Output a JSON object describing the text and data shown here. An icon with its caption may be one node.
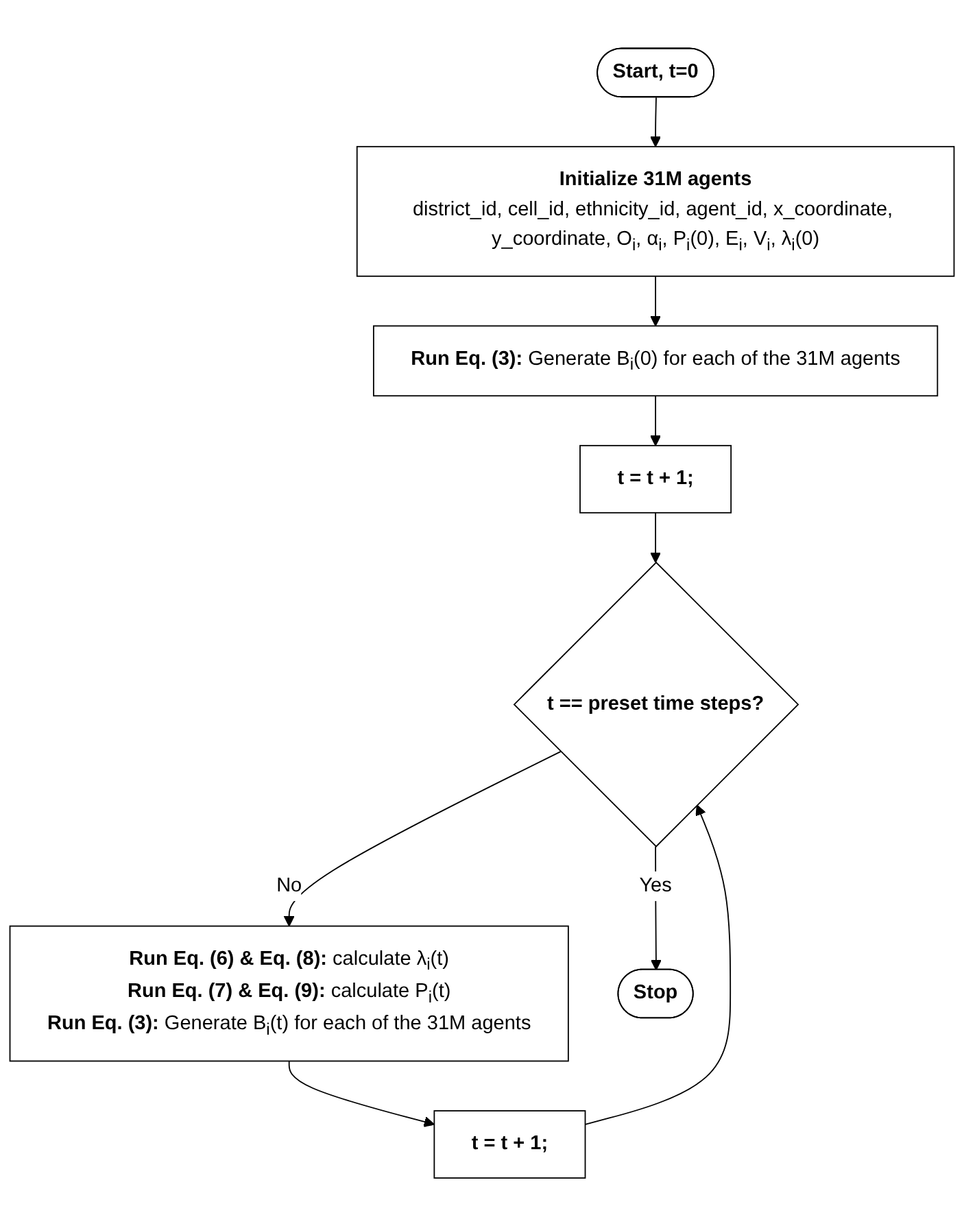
{
  "diagram": {
    "nodes": [
      {
        "text": [
          "Start, t=0"
        ]
      },
      {
        "text": [
          "Initialize 31M agents",
          "district_id, cell_id, ethnicity_id, agent_id, x_coordinate, y_coordinate, O$_{i}$, α$_{i}$, P$_{i}$(0), E$_{i}$, V$_{i}$, λ$_{i}$(0)"
        ]
      },
      {
        "text": [
          "**Run Eq. (3):** Generate B$_{i}$(0) for each of the 31M agents"
        ]
      },
      {
        "text": [
          "t = t + 1;"
        ]
      },
      {
        "text": [
          "t == preset time steps?"
        ]
      },
      {
        "text": [
          "**Run Eq. (6) & Eq. (8):** calculate λ$_{i}$(t)",
          "**Run Eq. (7) & Eq. (9):** calculate P$_{i}$(t)",
          "**Run Eq. (3):** Generate B$_{i}$(t) for each of the 31M agents"
        ]
      },
      {
        "text": [
          "t = t + 1;"
        ]
      },
      {
        "text": [
          "Stop"
        ]
      }
    ],
    "edges": [
      {
        "from": 0,
        "to": 1,
        "arrow": "to"
      },
      {
        "from": 1,
        "to": 2,
        "arrow": "to"
      },
      {
        "from": 2,
        "to": 3,
        "arrow": "to"
      },
      {
        "from": 3,
        "to": 4,
        "arrow": "to"
      },
      {
        "from": 4,
        "to": 5,
        "arrow": "to",
        "label": "No"
      },
      {
        "from": 4,
        "to": 7,
        "arrow": "to",
        "label": "Yes"
      },
      {
        "from": 5,
        "to": 6,
        "arrow": "to"
      },
      {
        "from": 6,
        "to": 4,
        "arrow": "to"
      }
    ]
  }
}
